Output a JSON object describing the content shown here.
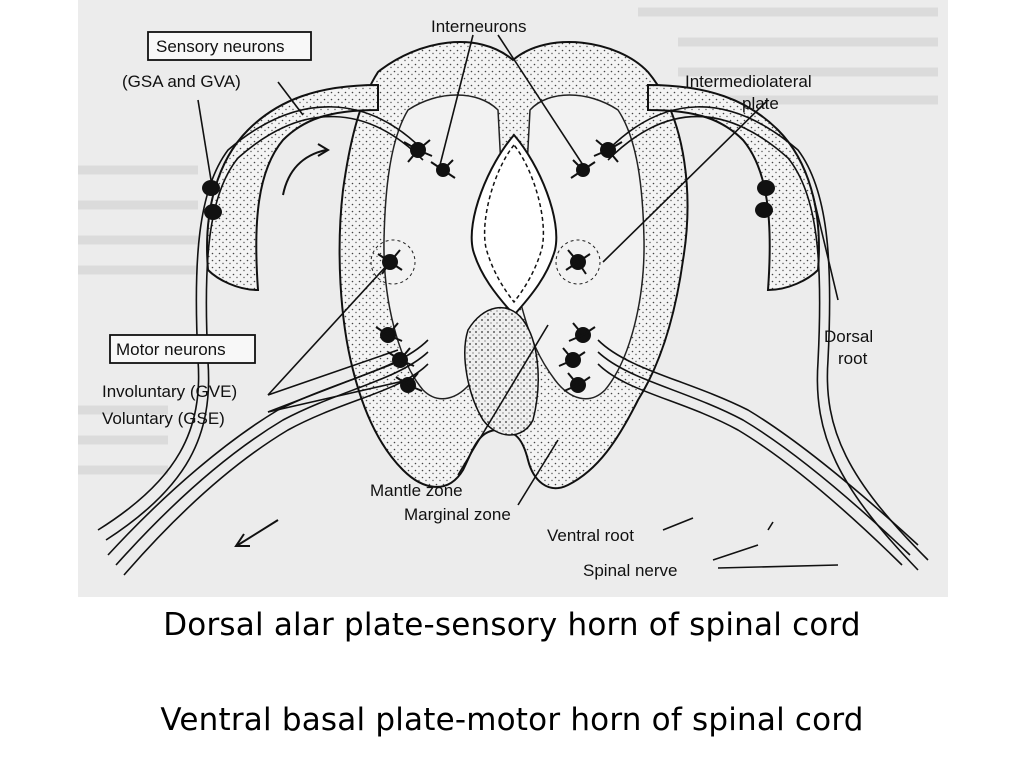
{
  "figure": {
    "labels": {
      "sensory_neurons": "Sensory neurons",
      "gsa_gva": "(GSA and GVA)",
      "interneurons": "Interneurons",
      "intermediolateral_1": "Intermediolateral",
      "intermediolateral_2": "plate",
      "motor_neurons": "Motor neurons",
      "involuntary": "Involuntary (GVE)",
      "voluntary": "Voluntary (GSE)",
      "dorsal_root_1": "Dorsal",
      "dorsal_root_2": "root",
      "mantle_zone": "Mantle zone",
      "marginal_zone": "Marginal zone",
      "ventral_root": "Ventral root",
      "spinal_nerve": "Spinal nerve"
    }
  },
  "captions": {
    "line1": "Dorsal alar plate-sensory horn of spinal cord",
    "line2": "Ventral basal plate-motor horn of spinal cord"
  }
}
